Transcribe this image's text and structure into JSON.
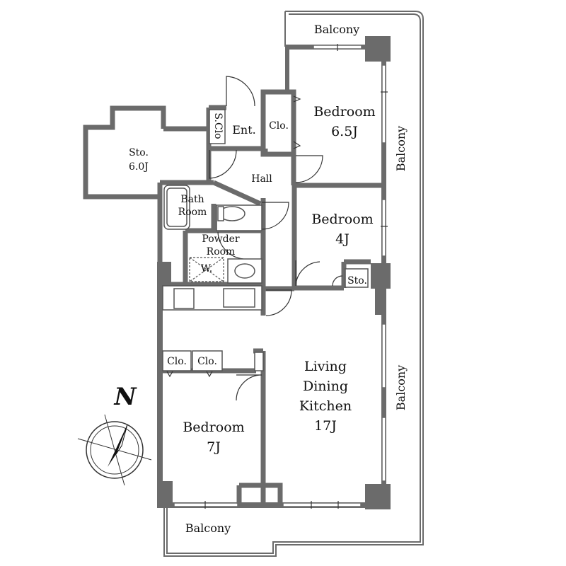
{
  "rooms": {
    "balcony_top": "Balcony",
    "balcony_right_top": "Balcony",
    "balcony_right_bottom": "Balcony",
    "balcony_bottom": "Balcony",
    "bedroom1_name": "Bedroom",
    "bedroom1_size": "6.5J",
    "bedroom2_name": "Bedroom",
    "bedroom2_size": "4J",
    "bedroom3_name": "Bedroom",
    "bedroom3_size": "7J",
    "ldk_line1": "Living",
    "ldk_line2": "Dining",
    "ldk_line3": "Kitchen",
    "ldk_size": "17J",
    "storage_name": "Sto.",
    "storage_size": "6.0J",
    "entrance": "Ent.",
    "shoe_closet": "S.Clo",
    "closet_entry": "Clo.",
    "hall": "Hall",
    "bath_line1": "Bath",
    "bath_line2": "Room",
    "powder_line1": "Powder",
    "powder_line2": "Room",
    "washer": "W.",
    "small_storage": "Sto.",
    "closet_a": "Clo.",
    "closet_b": "Clo."
  },
  "compass": {
    "north_label": "N"
  }
}
